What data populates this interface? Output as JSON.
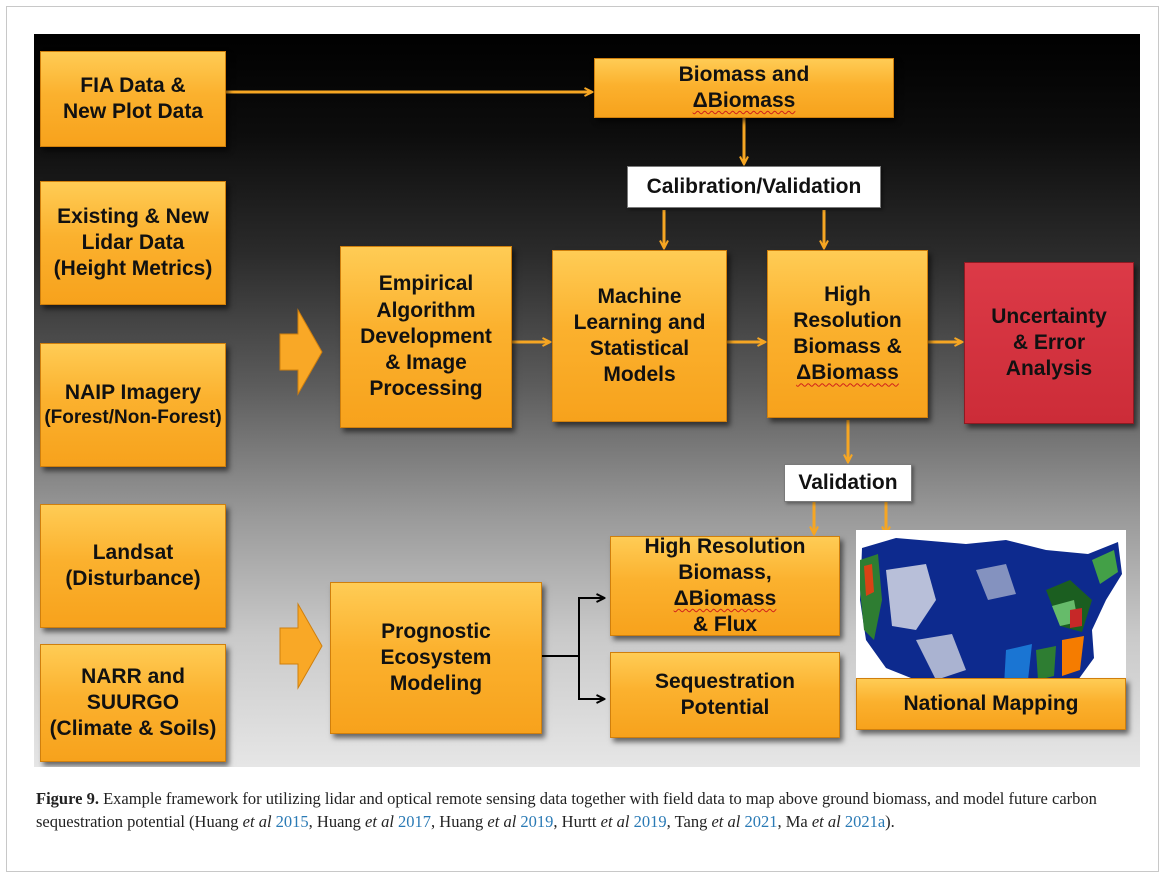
{
  "diagram": {
    "boxes": {
      "fia": [
        "FIA Data &",
        "New Plot Data"
      ],
      "lidar": [
        "Existing & New",
        "Lidar Data",
        "(Height Metrics)"
      ],
      "naip": [
        "NAIP Imagery",
        "(Forest/Non-Forest)"
      ],
      "landsat": [
        "Landsat",
        "(Disturbance)"
      ],
      "narr": [
        "NARR and",
        "SUURGO",
        "(Climate & Soils)"
      ],
      "biomass_top": "Biomass and ΔBiomass",
      "cal_val": "Calibration/Validation",
      "empirical": [
        "Empirical",
        "Algorithm",
        "Development",
        "& Image",
        "Processing"
      ],
      "machine": [
        "Machine",
        "Learning and",
        "Statistical",
        "Models"
      ],
      "high_res": [
        "High",
        "Resolution",
        "Biomass  &",
        "ΔBiomass"
      ],
      "uncertainty": [
        "Uncertainty",
        "& Error",
        "Analysis"
      ],
      "validation": "Validation",
      "prognostic": [
        "Prognostic",
        "Ecosystem",
        "Modeling"
      ],
      "high_res_flux": [
        "High Resolution",
        "Biomass, ΔBiomass",
        "& Flux"
      ],
      "sequestration": [
        "Sequestration",
        "Potential"
      ],
      "national_mapping": "National Mapping"
    },
    "colors": {
      "box_orange": "#f9a826",
      "box_red": "#cf303c",
      "arrow_orange": "#f6a623",
      "connector_black": "#000000"
    }
  },
  "caption": {
    "label": "Figure 9.",
    "text1": " Example framework for utilizing lidar and optical remote sensing data together with field data to map above ground biomass, and model future carbon sequestration potential (Huang ",
    "etal": "et al",
    "y1": "2015",
    "t2": ", Huang ",
    "y2": "2017",
    "t3": ", Huang ",
    "y3": "2019",
    "t4": ", Hurtt ",
    "y4": "2019",
    "t5": ", Tang ",
    "y5": "2021",
    "t6": ", Ma ",
    "y6": "2021a",
    "t7": ")."
  }
}
